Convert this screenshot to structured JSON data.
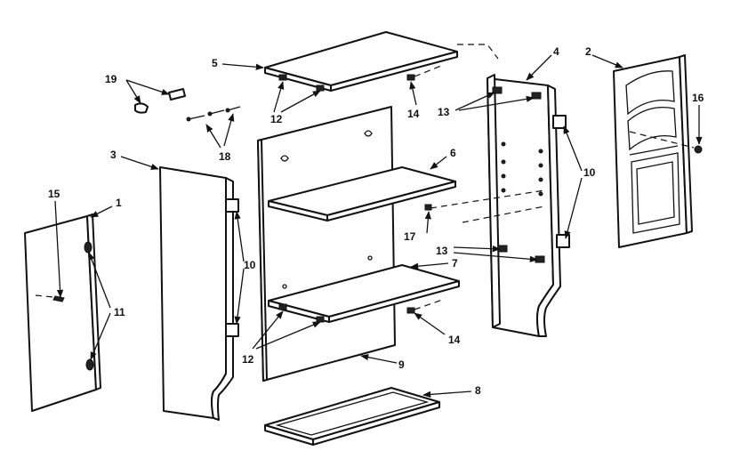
{
  "callouts": {
    "n1": "1",
    "n2": "2",
    "n3": "3",
    "n4": "4",
    "n5": "5",
    "n6": "6",
    "n7": "7",
    "n8": "8",
    "n9": "9",
    "n10a": "10",
    "n10b": "10",
    "n11": "11",
    "n12a": "12",
    "n12b": "12",
    "n13a": "13",
    "n13b": "13",
    "n14a": "14",
    "n14b": "14",
    "n15": "15",
    "n16": "16",
    "n17": "17",
    "n18": "18",
    "n19": "19"
  },
  "colors": {
    "ink": "#111111",
    "paper": "#ffffff"
  }
}
